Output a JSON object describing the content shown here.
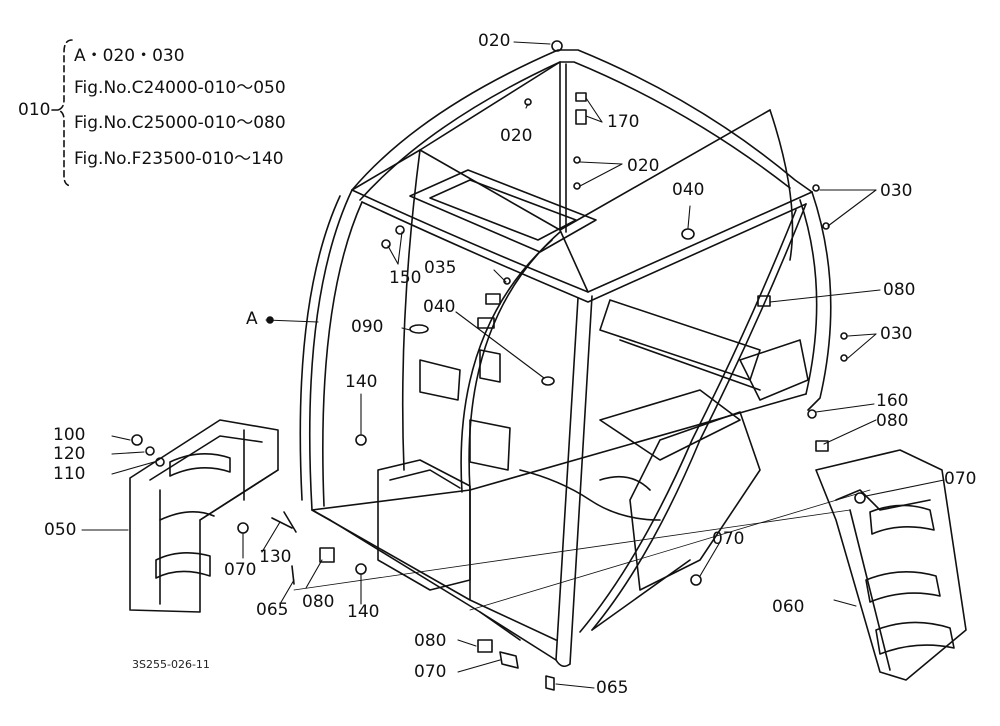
{
  "legend": {
    "group_label": "010",
    "lines": [
      "A・020・030",
      "Fig.No.C24000-010～050",
      "Fig.No.C25000-010～080",
      "Fig.No.F23500-010～140"
    ]
  },
  "callouts": {
    "c020_top": "020",
    "c020_mid": "020",
    "c170": "170",
    "c020_right": "020",
    "c040_top": "040",
    "c030_top": "030",
    "c150": "150",
    "c035": "035",
    "c080_right": "080",
    "cA": "A",
    "c040_mid": "040",
    "c090": "090",
    "c030_mid": "030",
    "c140_left": "140",
    "c160": "160",
    "c100": "100",
    "c120": "120",
    "c110": "110",
    "c080_step": "080",
    "c070_right": "070",
    "c050": "050",
    "c070_left": "070",
    "c130": "130",
    "c070_center": "070",
    "c060": "060",
    "c065_left": "065",
    "c080_bottom_left": "080",
    "c140_bottom": "140",
    "c080_bottom": "080",
    "c070_bottom": "070",
    "c065_bottom": "065"
  },
  "drawing_code": "3S255-026-11"
}
